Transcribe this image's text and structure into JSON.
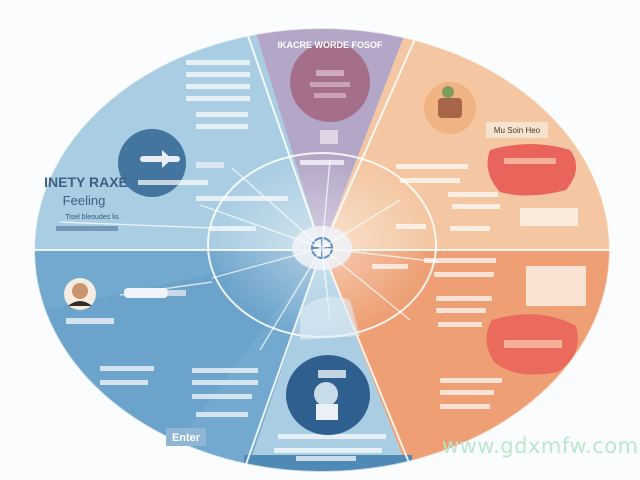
{
  "colors": {
    "blue_light": "#a9cde2",
    "blue_mid": "#74a9cf",
    "blue_dark": "#4f89b6",
    "purple": "#b3a6c7",
    "peach": "#f4c7a2",
    "orange": "#ee9f73",
    "red_blob": "#e9645b",
    "maroon_circle": "#a56e8a",
    "navy_circle": "#44759f",
    "center": "#eef1f6",
    "watermark": "#b9e8cd"
  },
  "diagram": {
    "top_title": "IKACRE WORDE FOSOF",
    "left_title_line1": "INETY RAXE",
    "left_title_line2": "Feeling",
    "left_caption": "Tisel bleoudes lis",
    "bottom_left_label": "Enter",
    "right_card_label": "Mu Soin Heo",
    "watermark": "www.gdxmfw.com",
    "icons": [
      "person-portrait-icon",
      "plant-pot-icon",
      "airplane-icon",
      "hand-icon",
      "telescope-icon",
      "doctor-icon",
      "compass-icon"
    ]
  }
}
